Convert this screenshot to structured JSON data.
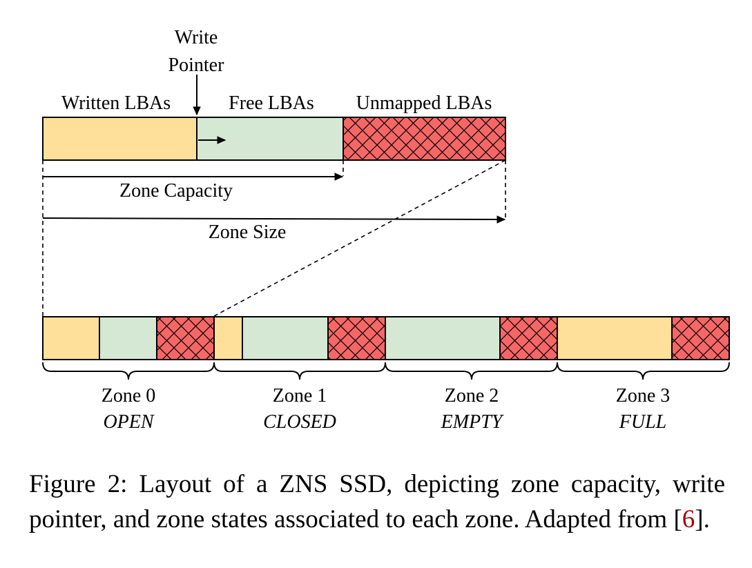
{
  "diagram": {
    "write_pointer": {
      "line1": "Write",
      "line2": "Pointer"
    },
    "regions": {
      "written": "Written LBAs",
      "free": "Free LBAs",
      "unmapped": "Unmapped LBAs"
    },
    "zone_capacity": "Zone Capacity",
    "zone_size": "Zone Size",
    "zones": [
      {
        "name": "Zone 0",
        "state": "OPEN"
      },
      {
        "name": "Zone 1",
        "state": "CLOSED"
      },
      {
        "name": "Zone 2",
        "state": "EMPTY"
      },
      {
        "name": "Zone 3",
        "state": "FULL"
      }
    ],
    "colors": {
      "written": "#ffe09a",
      "free": "#d5e8d4",
      "unmapped": "#f56767"
    }
  },
  "caption": {
    "text_before": "Figure 2: Layout of a ZNS SSD, depicting zone capacity, write pointer, and zone states associated to each zone. Adapted from [",
    "ref": "6",
    "text_after": "]."
  }
}
